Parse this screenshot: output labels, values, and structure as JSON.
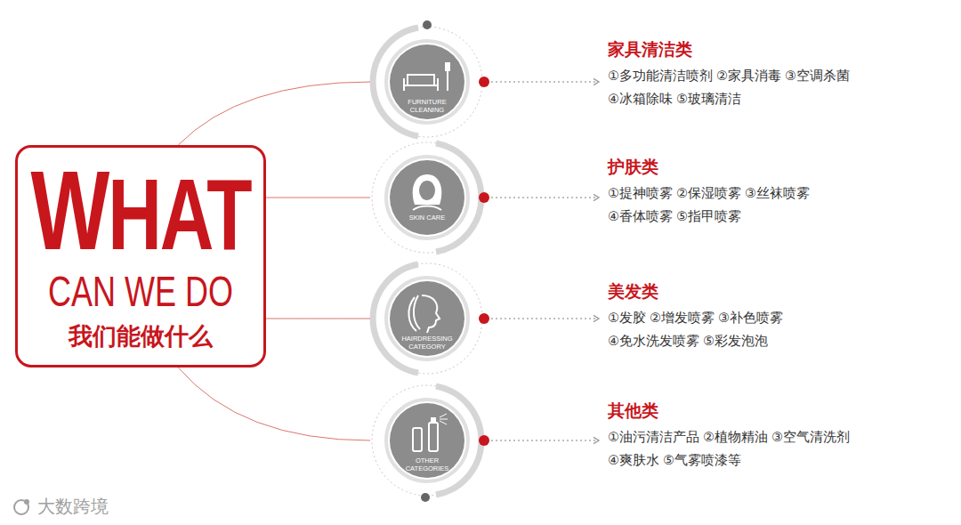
{
  "diagram": {
    "nodes": [
      {
        "text": [
          "WHAT",
          "CAN WE DO",
          "我们能做什么"
        ]
      },
      {
        "text": [
          "FURNITURE CLEANING"
        ]
      },
      {
        "text": [
          "SKIN CARE"
        ]
      },
      {
        "text": [
          "HAIRDRESSING CATEGORY"
        ]
      },
      {
        "text": [
          "OTHER CATEGORIES"
        ]
      },
      {
        "text": [
          "家具清洁类",
          "①多功能清洁喷剂 ②家具消毒 ③空调杀菌",
          "④冰箱除味 ⑤玻璃清洁"
        ]
      },
      {
        "text": [
          "护肤类",
          "①提神喷雾 ②保湿喷雾 ③丝袜喷雾",
          "④香体喷雾 ⑤指甲喷雾"
        ]
      },
      {
        "text": [
          "美发类",
          "①发胶 ②增发喷雾 ③补色喷雾",
          "④免水洗发喷雾 ⑤彩发泡泡"
        ]
      },
      {
        "text": [
          "其他类",
          "①油污清洁产品 ②植物精油 ③空气清洗剂",
          "④爽肤水 ⑤气雾喷漆等"
        ]
      }
    ],
    "edges": [
      {
        "from": 0,
        "to": 1,
        "arrow": "none"
      },
      {
        "from": 0,
        "to": 2,
        "arrow": "none"
      },
      {
        "from": 0,
        "to": 3,
        "arrow": "none"
      },
      {
        "from": 0,
        "to": 4,
        "arrow": "none"
      },
      {
        "from": 1,
        "to": 5,
        "arrow": "to"
      },
      {
        "from": 2,
        "to": 6,
        "arrow": "to"
      },
      {
        "from": 3,
        "to": 7,
        "arrow": "to"
      },
      {
        "from": 4,
        "to": 8,
        "arrow": "to"
      }
    ],
    "labels": [
      "大数跨境"
    ]
  }
}
